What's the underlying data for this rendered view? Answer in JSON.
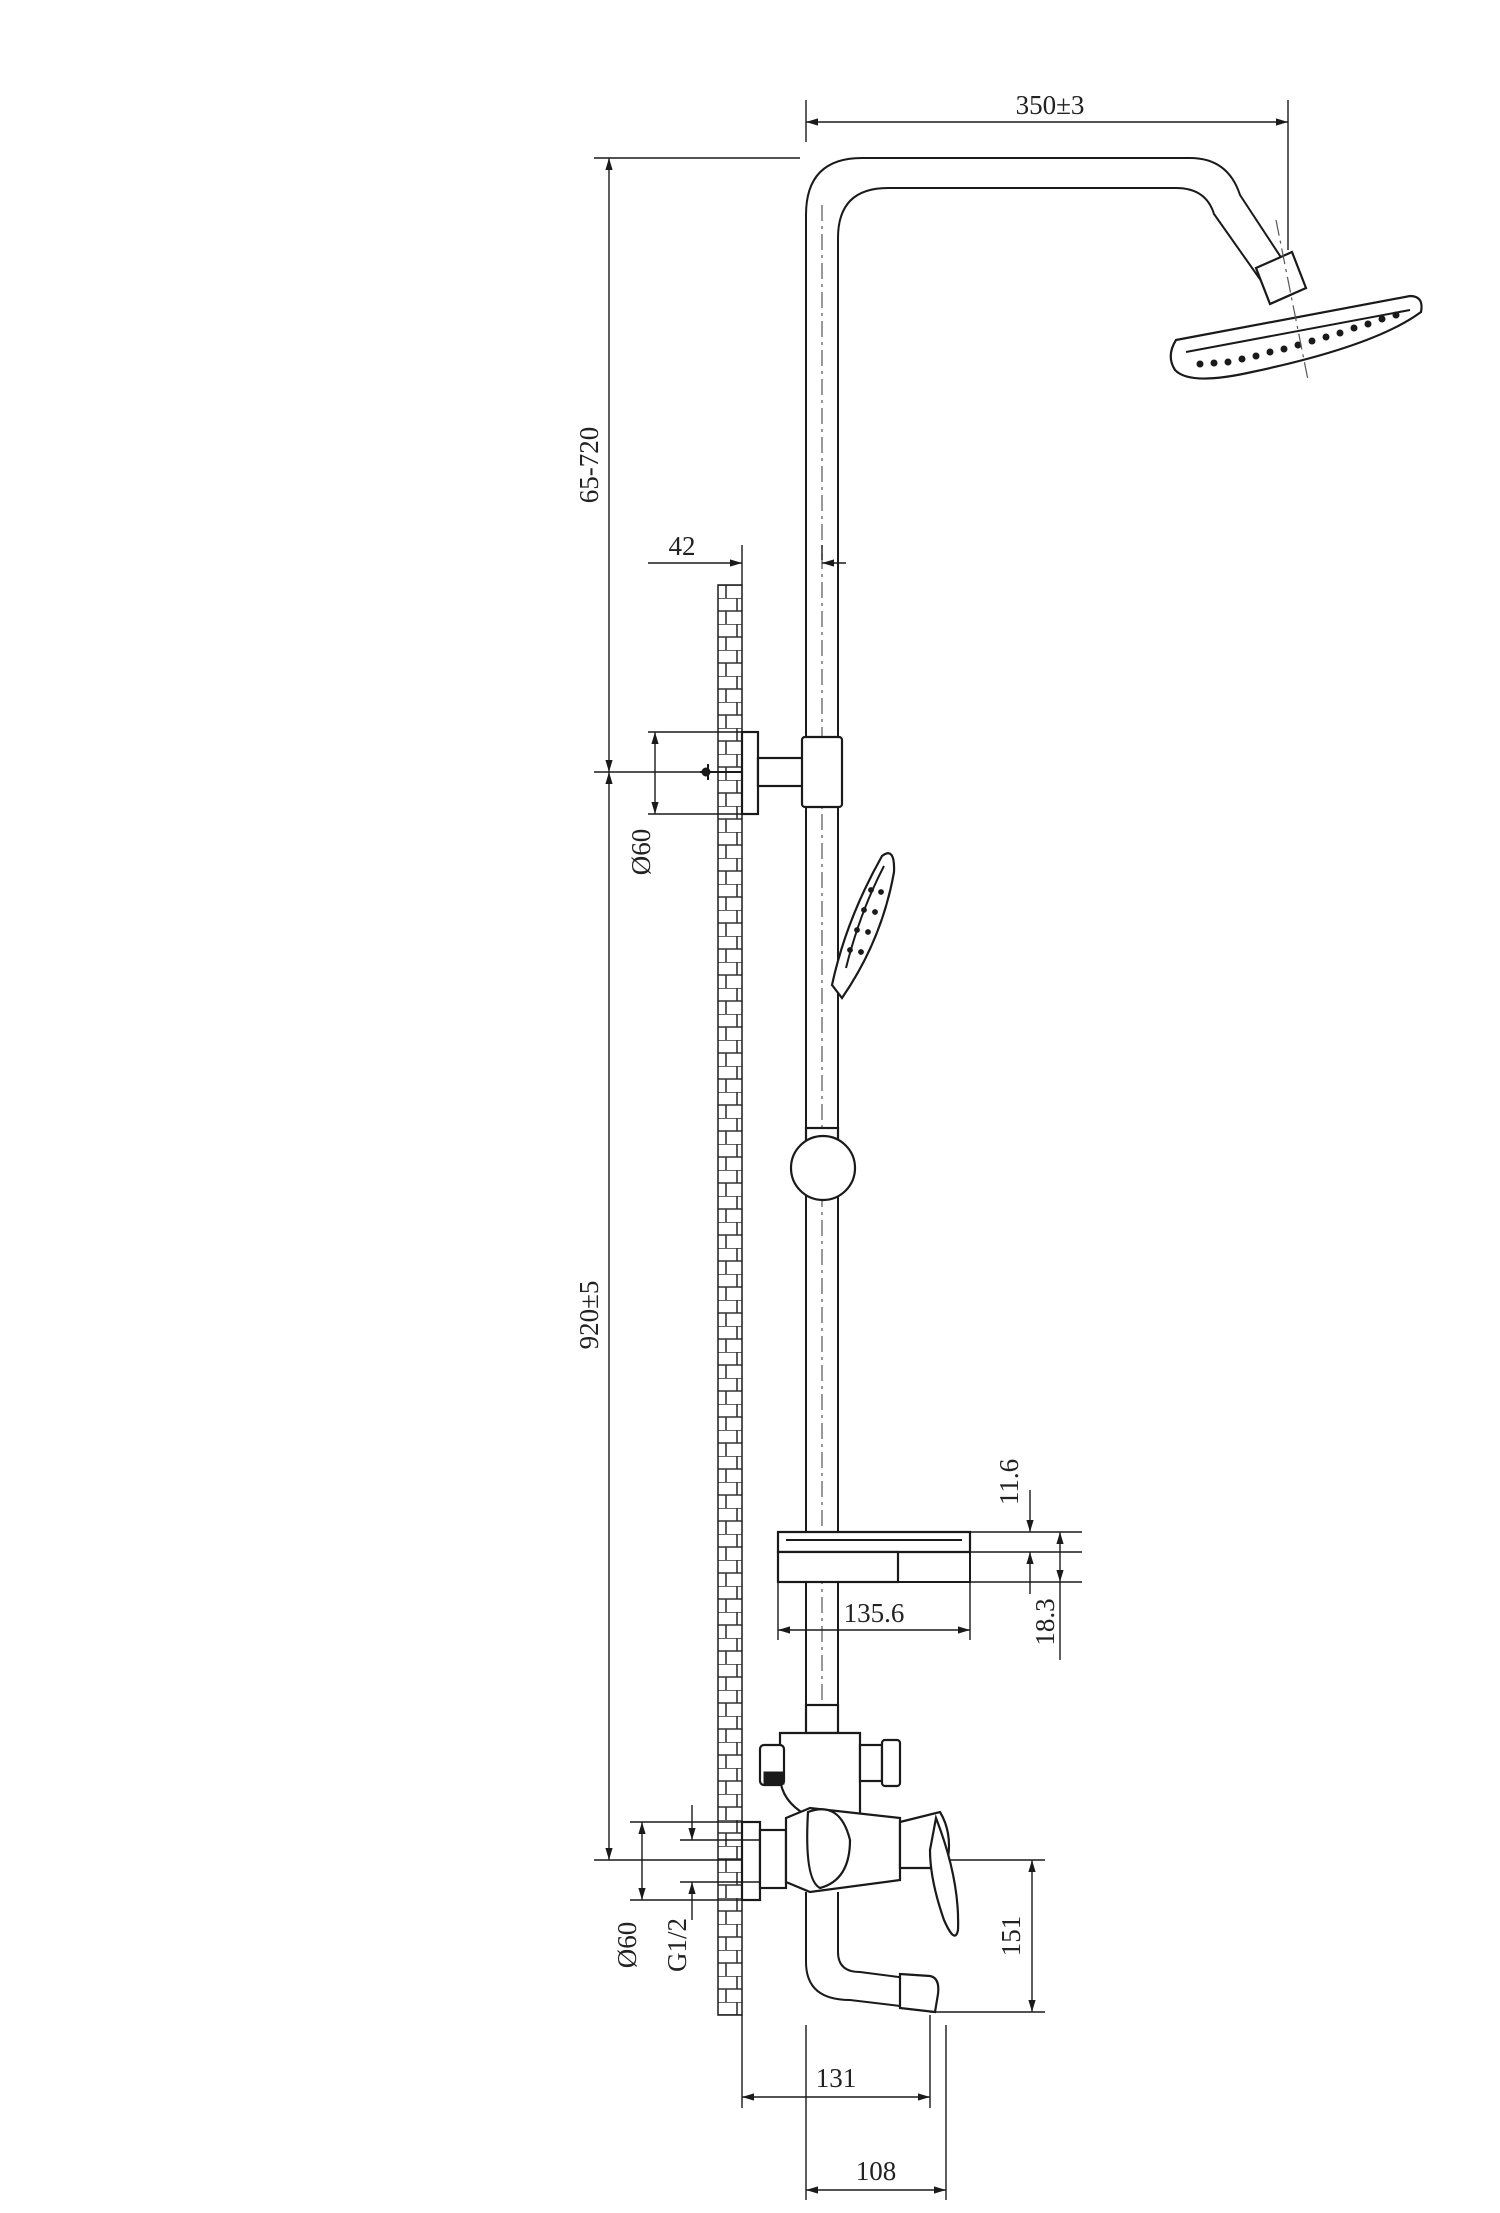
{
  "dimensions": {
    "head_arm": "350±3",
    "slide_range": "65-720",
    "wall_offset": "42",
    "top_bracket_diameter": "Ø60",
    "main_height": "920±5",
    "shelf_thickness": "11.6",
    "shelf_width": "135.6",
    "shelf_offset": "18.3",
    "bottom_flange_diameter": "Ø60",
    "thread_size": "G1/2",
    "spout_height": "151",
    "spout_reach_outer": "131",
    "spout_reach_inner": "108"
  },
  "colors": {
    "line": "#1a1a1a",
    "background": "#ffffff"
  }
}
